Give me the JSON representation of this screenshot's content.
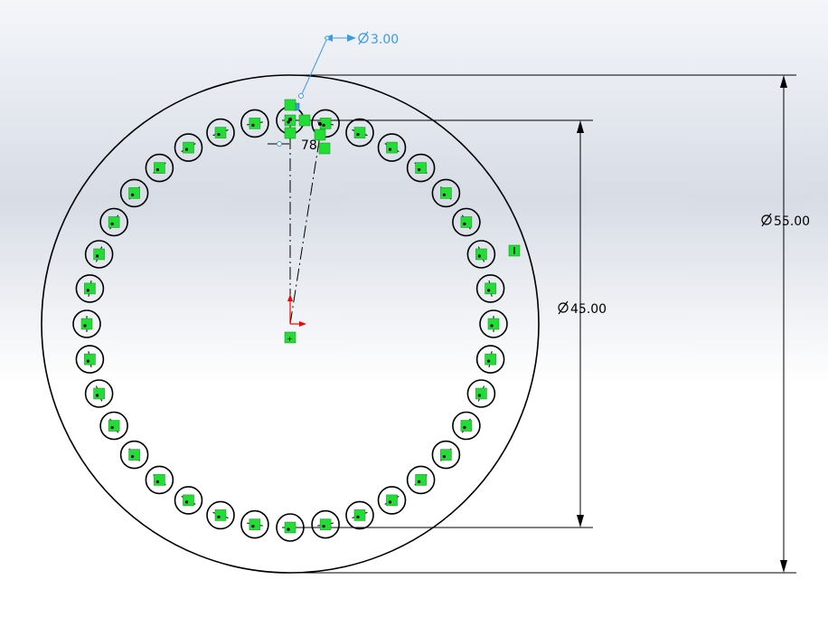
{
  "sketch": {
    "hole_count": 36,
    "colors": {
      "geometry": "#000000",
      "active_dimension": "#3d9be0",
      "relation_marker": "#22dd33",
      "origin_x": "#ff0000",
      "origin_y": "#ff0000"
    }
  },
  "dimensions": {
    "outer_diameter": "55.00",
    "pitch_diameter": "45.00",
    "hole_diameter": "3.00",
    "angle_partial": "78"
  },
  "icons": {
    "diameter_symbol": "diameter-icon",
    "relation_marker": "coincident-relation-icon",
    "origin": "sketch-origin-icon"
  }
}
